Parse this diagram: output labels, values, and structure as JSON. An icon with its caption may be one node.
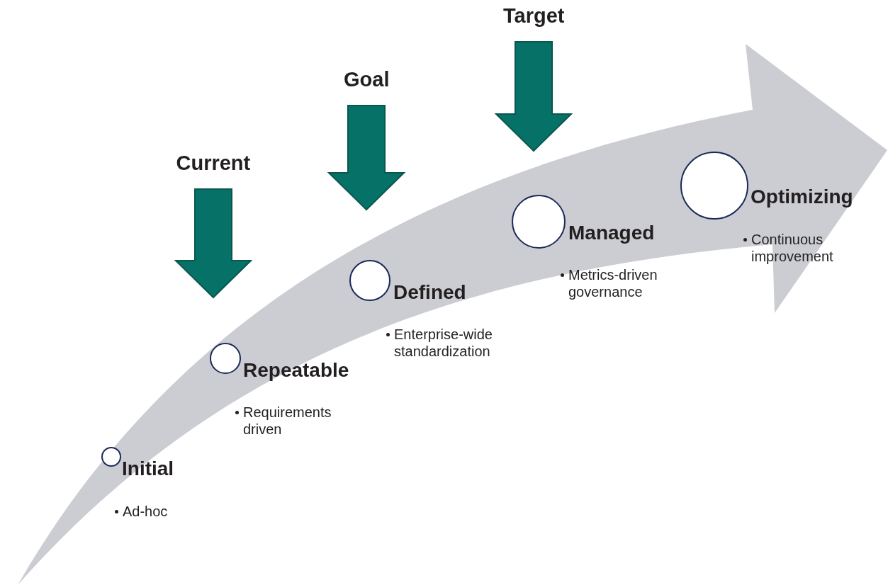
{
  "diagram": {
    "nodes": [
      {
        "text": [
          "Initial",
          "Ad-hoc"
        ]
      },
      {
        "text": [
          "Repeatable",
          "Requirements driven"
        ]
      },
      {
        "text": [
          "Defined",
          "Enterprise-wide standardization"
        ]
      },
      {
        "text": [
          "Managed",
          "Metrics-driven governance"
        ]
      },
      {
        "text": [
          "Optimizing",
          "Continuous improvement"
        ]
      },
      {
        "text": [
          "Current"
        ]
      },
      {
        "text": [
          "Goal"
        ]
      },
      {
        "text": [
          "Target"
        ]
      }
    ],
    "edges": [
      {
        "from": 5,
        "to": null,
        "arrow": "to"
      },
      {
        "from": 6,
        "to": null,
        "arrow": "to"
      },
      {
        "from": 7,
        "to": null,
        "arrow": "to"
      }
    ]
  }
}
